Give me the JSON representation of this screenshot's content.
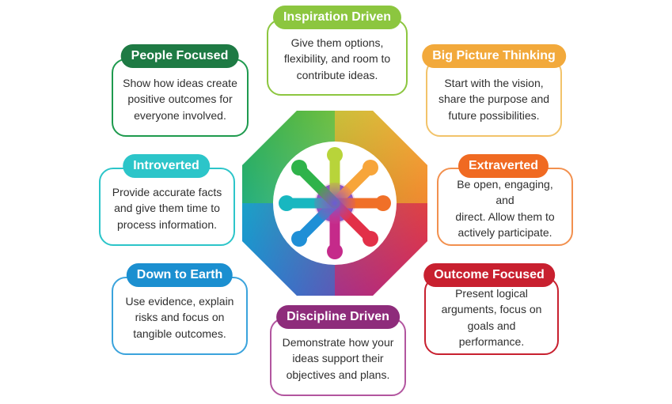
{
  "cards": [
    {
      "id": "inspiration-driven",
      "title": "Inspiration Driven",
      "color": "#8cc63f",
      "lines": [
        "Give them options,",
        "flexibility, and room to",
        "contribute ideas."
      ]
    },
    {
      "id": "people-focused",
      "title": "People Focused",
      "color": "#1e7a44",
      "lines": [
        "Show how ideas create",
        "positive outcomes for",
        "everyone involved."
      ]
    },
    {
      "id": "big-picture-thinking",
      "title": "Big Picture Thinking",
      "color": "#f2a93b",
      "lines": [
        "Start with the vision,",
        "share the purpose and",
        "future possibilities."
      ]
    },
    {
      "id": "introverted",
      "title": "Introverted",
      "color": "#2cc5c9",
      "lines": [
        "Provide accurate facts",
        "and give them time to",
        "process information."
      ]
    },
    {
      "id": "extraverted",
      "title": "Extraverted",
      "color": "#f06a22",
      "lines": [
        "Be open, engaging, and",
        "direct. Allow them to",
        "actively participate."
      ]
    },
    {
      "id": "down-to-earth",
      "title": "Down to Earth",
      "color": "#1b8fd0",
      "lines": [
        "Use evidence, explain",
        "risks and focus on",
        "tangible outcomes."
      ]
    },
    {
      "id": "outcome-focused",
      "title": "Outcome Focused",
      "color": "#c8202f",
      "lines": [
        "Present logical",
        "arguments, focus on",
        "goals and performance."
      ]
    },
    {
      "id": "discipline-driven",
      "title": "Discipline Driven",
      "color": "#8e2c7b",
      "lines": [
        "Demonstrate how your",
        "ideas support their",
        "objectives and plans."
      ]
    }
  ],
  "center_logo": {
    "icon": "gradient-octagon-splash-icon"
  }
}
